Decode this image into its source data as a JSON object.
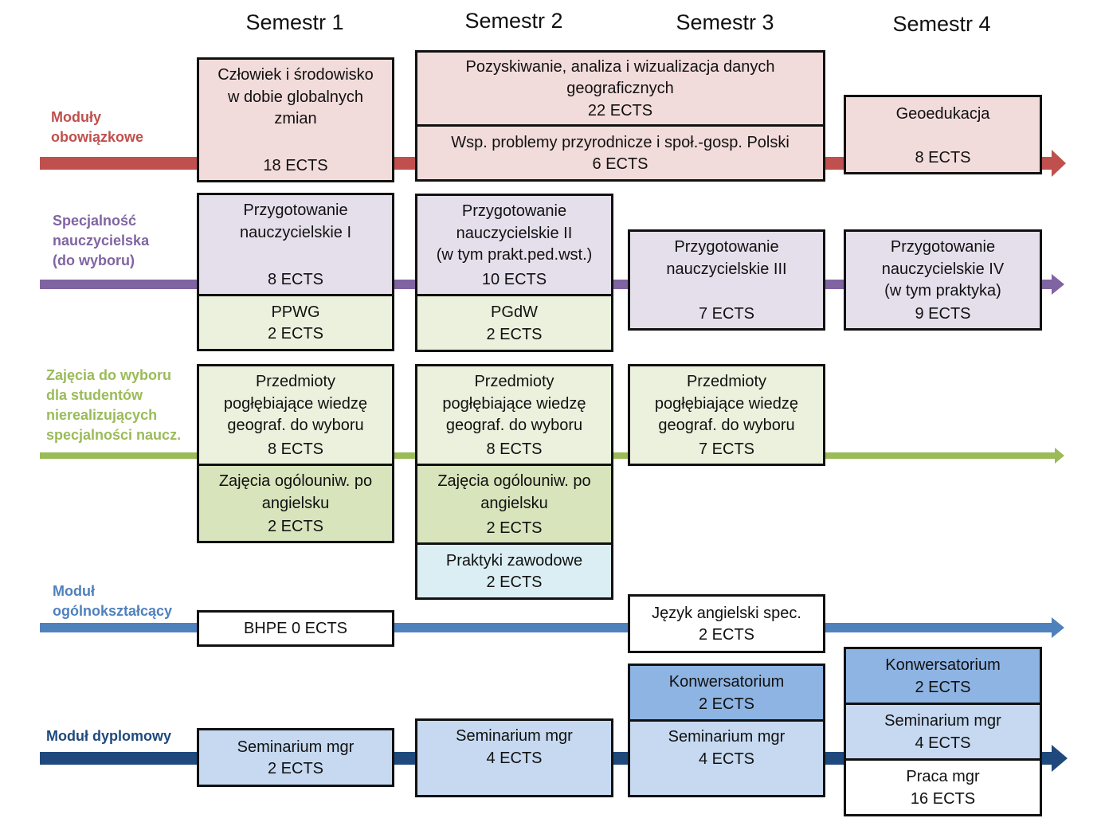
{
  "semesters": [
    "Semestr 1",
    "Semestr 2",
    "Semestr 3",
    "Semestr 4"
  ],
  "colors": {
    "red_line": "#c0504d",
    "purple_line": "#8064a2",
    "green_line": "#9bbb59",
    "blue_line": "#4f81bd",
    "navy_line": "#1f497d"
  },
  "rows": [
    {
      "label": "Moduły\nobowiązkowe"
    },
    {
      "label": "Specjalność\nnauczycielska\n(do wyboru)"
    },
    {
      "label": "Zajęcia do wyboru\ndla studentów\nnierealizujących\nspecjalności naucz."
    },
    {
      "label": "Moduł\nogólnokształcący"
    },
    {
      "label": "Moduł dyplomowy"
    }
  ],
  "boxes": {
    "czlowiek": {
      "title": "Człowiek i środowisko\nw dobie globalnych\nzmian",
      "ects": "18 ECTS"
    },
    "pozyskiwanie": {
      "title": "Pozyskiwanie, analiza i wizualizacja danych\ngeograficznych",
      "ects": "22 ECTS"
    },
    "wsp_problemy": {
      "title": "Wsp. problemy przyrodnicze i społ.-gosp. Polski",
      "ects": "6 ECTS"
    },
    "geoedukacja": {
      "title": "Geoedukacja",
      "ects": "8 ECTS"
    },
    "przyg_1": {
      "title": "Przygotowanie\nnauczycielskie I",
      "ects": "8 ECTS"
    },
    "przyg_2": {
      "title": "Przygotowanie\nnauczycielskie II\n(w tym prakt.ped.wst.)",
      "ects": "10 ECTS"
    },
    "przyg_3": {
      "title": "Przygotowanie\nnauczycielskie III",
      "ects": "7 ECTS"
    },
    "przyg_4": {
      "title": "Przygotowanie\nnauczycielskie IV\n(w tym praktyka)",
      "ects": "9 ECTS"
    },
    "ppwg": {
      "title": "PPWG",
      "ects": "2 ECTS"
    },
    "pgdw": {
      "title": "PGdW",
      "ects": "2 ECTS"
    },
    "przedmioty_1": {
      "title": "Przedmioty\npogłębiające wiedzę\ngeograf. do wyboru",
      "ects": "8 ECTS"
    },
    "przedmioty_2": {
      "title": "Przedmioty\npogłębiające wiedzę\ngeograf. do wyboru",
      "ects": "8 ECTS"
    },
    "przedmioty_3": {
      "title": "Przedmioty\npogłębiające wiedzę\ngeograf. do wyboru",
      "ects": "7 ECTS"
    },
    "zajecia_1": {
      "title": "Zajęcia ogólouniw. po\nangielsku",
      "ects": "2 ECTS"
    },
    "zajecia_2": {
      "title": "Zajęcia ogólouniw. po\nangielsku",
      "ects": "2 ECTS"
    },
    "praktyki": {
      "title": "Praktyki zawodowe",
      "ects": "2 ECTS"
    },
    "bhpe": {
      "title": "BHPE 0 ECTS"
    },
    "jezyk": {
      "title": "Język angielski spec.",
      "ects": "2 ECTS"
    },
    "konw_3": {
      "title": "Konwersatorium",
      "ects": "2 ECTS"
    },
    "konw_4": {
      "title": "Konwersatorium",
      "ects": "2 ECTS"
    },
    "sem_1": {
      "title": "Seminarium mgr",
      "ects": "2 ECTS"
    },
    "sem_2": {
      "title": "Seminarium mgr",
      "ects": "4 ECTS"
    },
    "sem_3": {
      "title": "Seminarium mgr",
      "ects": "4 ECTS"
    },
    "sem_4": {
      "title": "Seminarium mgr",
      "ects": "4 ECTS"
    },
    "praca": {
      "title": "Praca mgr",
      "ects": "16 ECTS"
    }
  }
}
